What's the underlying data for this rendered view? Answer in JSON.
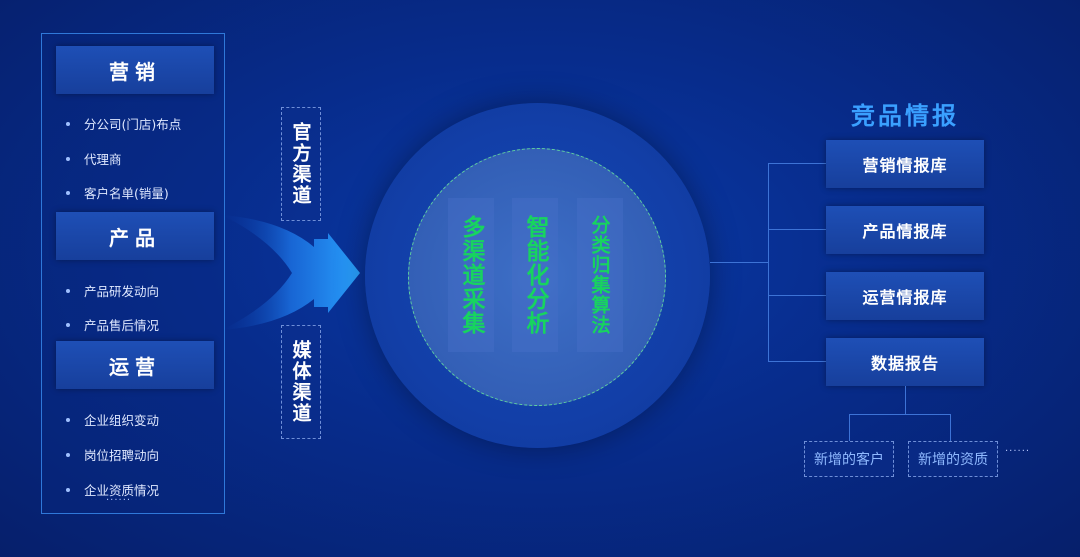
{
  "left": {
    "categories": [
      {
        "label": "营销",
        "items": [
          "分公司(门店)布点",
          "代理商",
          "客户名单(销量)"
        ]
      },
      {
        "label": "产品",
        "items": [
          "产品研发动向",
          "产品售后情况"
        ]
      },
      {
        "label": "运营",
        "items": [
          "企业组织变动",
          "岗位招聘动向",
          "企业资质情况"
        ]
      }
    ],
    "more": "······"
  },
  "channels": [
    "官方渠道",
    "媒体渠道"
  ],
  "core": [
    "多渠道采集",
    "智能化分析",
    "分类归集算法"
  ],
  "right": {
    "title": "竞品情报",
    "boxes": [
      "营销情报库",
      "产品情报库",
      "运营情报库",
      "数据报告"
    ],
    "sub": [
      "新增的客户",
      "新增的资质"
    ],
    "more": "······"
  },
  "colors": {
    "background": "#072c8c",
    "box": "#1e4fb6",
    "title": "#3aa0ff",
    "core_text": "#17d45f",
    "sub_text": "#8fb9ff"
  }
}
